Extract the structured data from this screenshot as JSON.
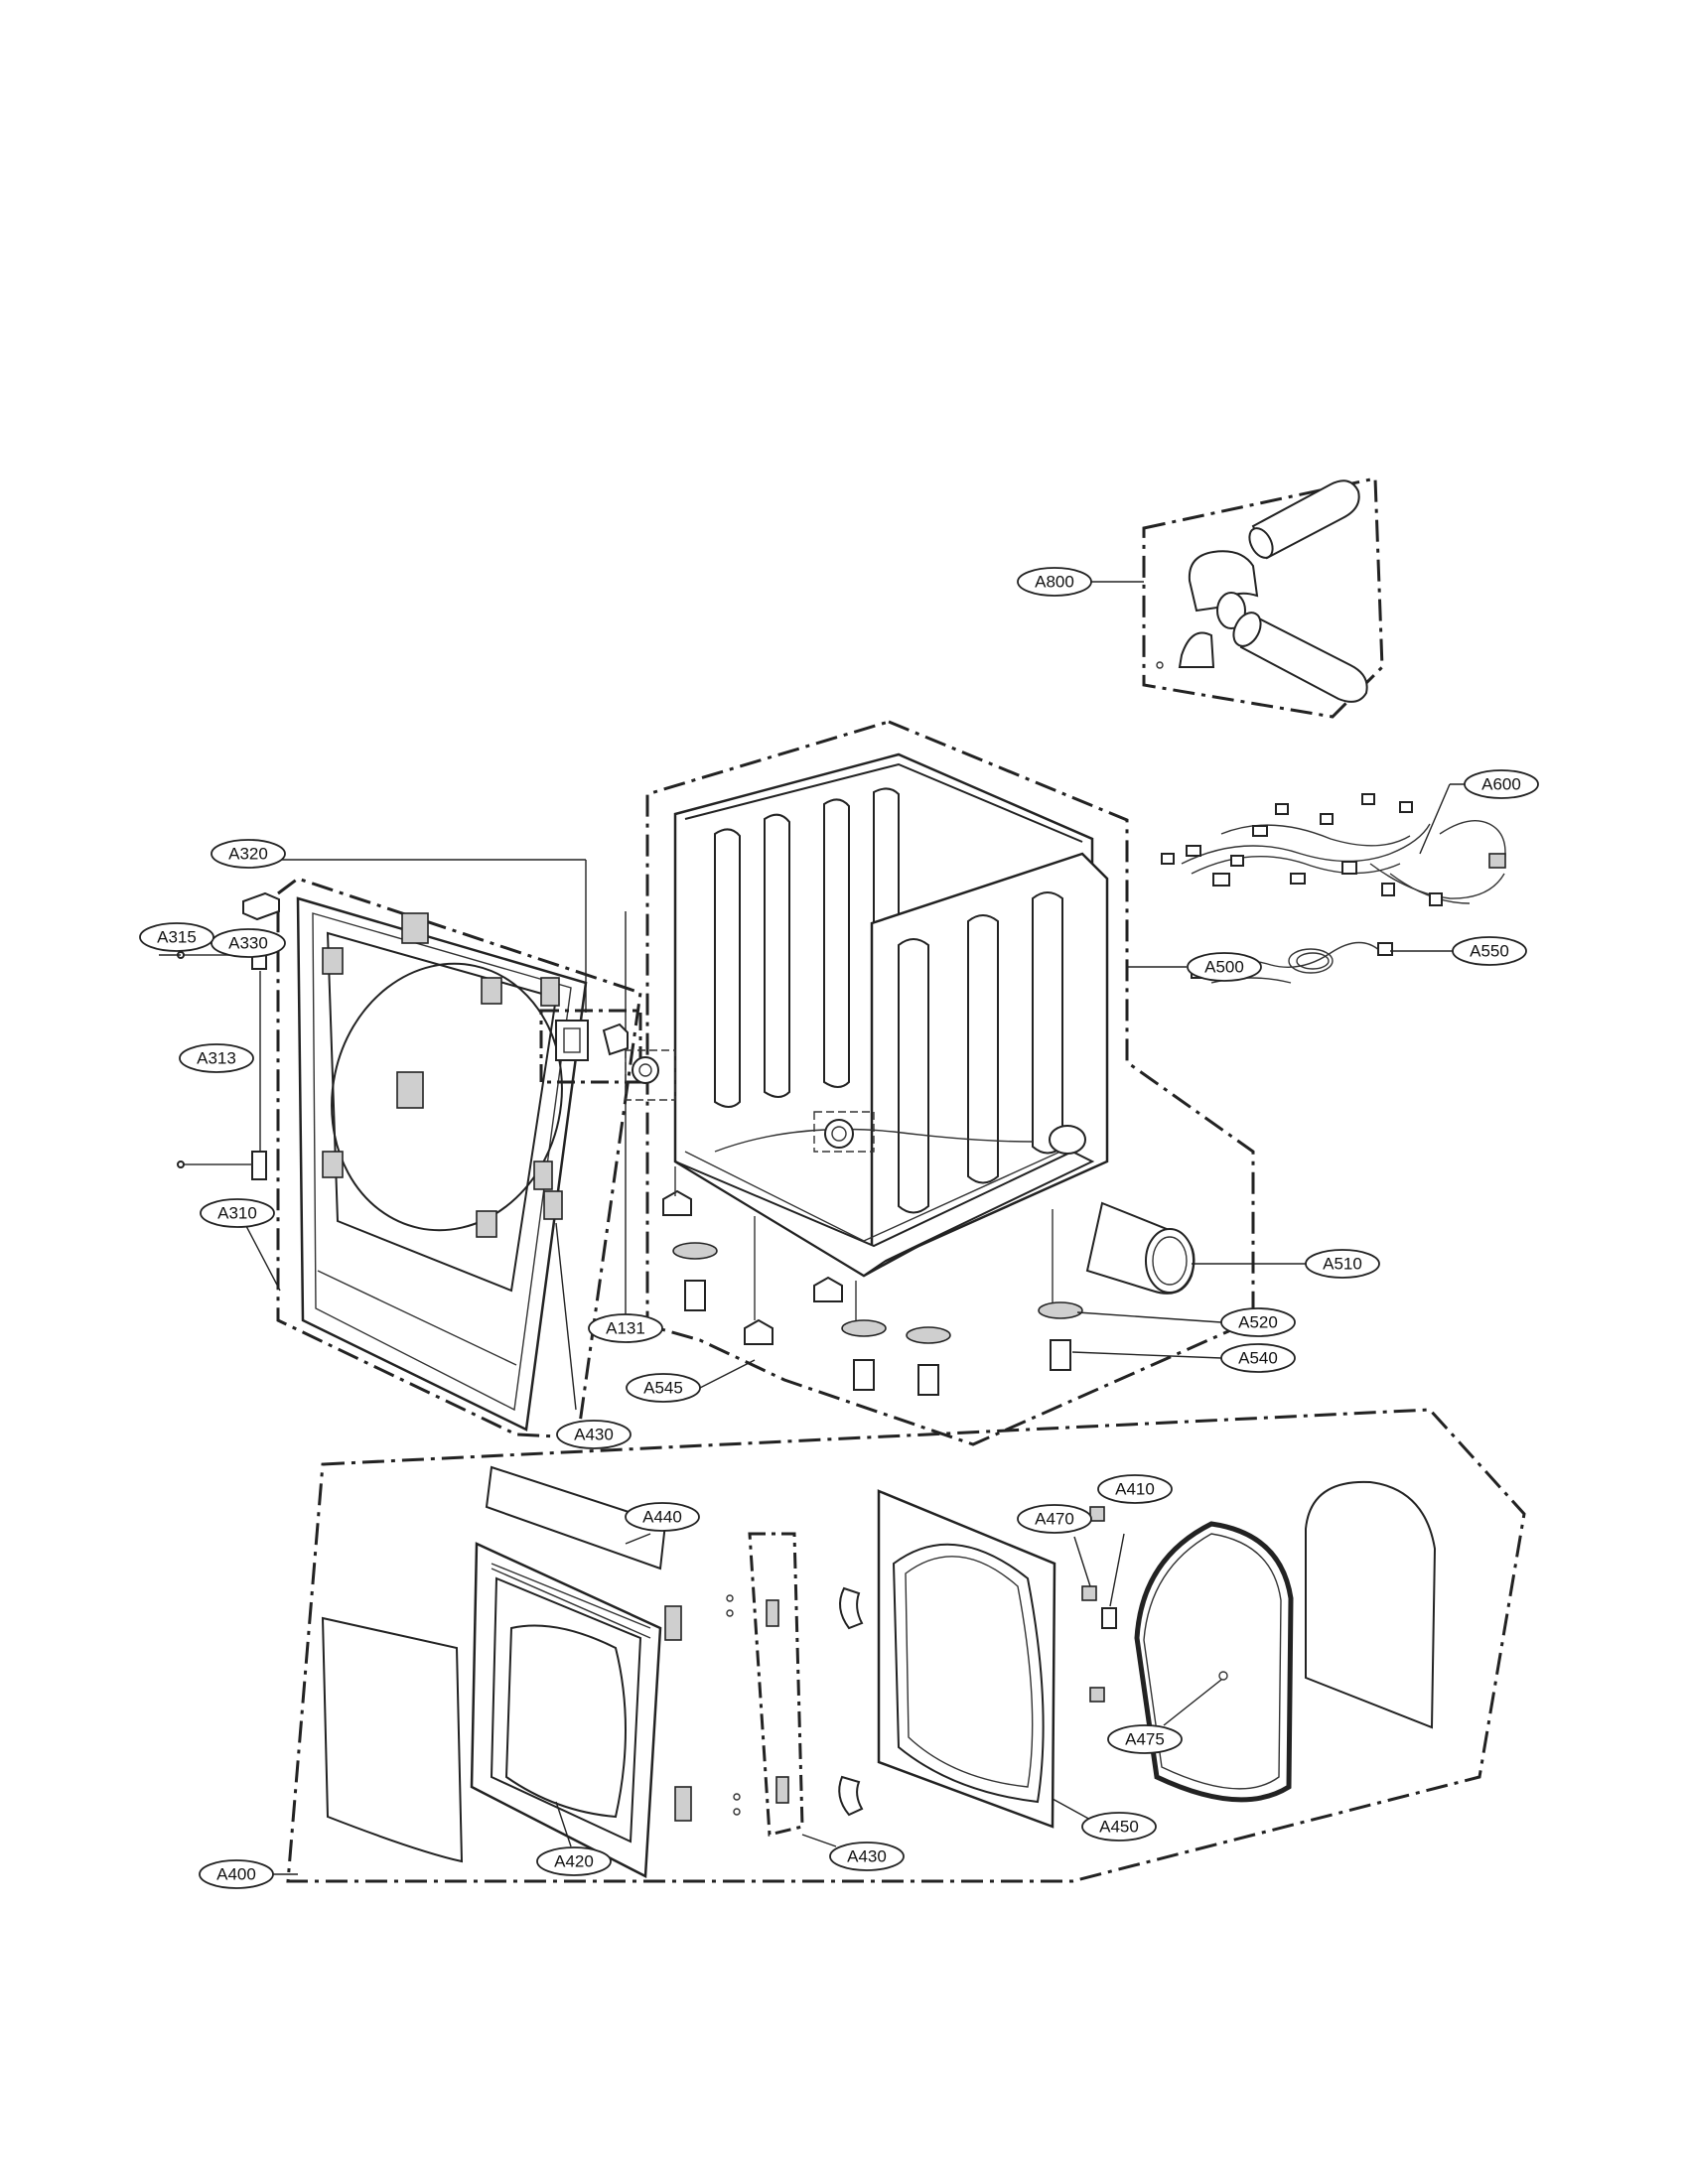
{
  "callouts": [
    {
      "id": "A800",
      "label": "A800"
    },
    {
      "id": "A600",
      "label": "A600"
    },
    {
      "id": "A550",
      "label": "A550"
    },
    {
      "id": "A500",
      "label": "A500"
    },
    {
      "id": "A510",
      "label": "A510"
    },
    {
      "id": "A520",
      "label": "A520"
    },
    {
      "id": "A540",
      "label": "A540"
    },
    {
      "id": "A545",
      "label": "A545"
    },
    {
      "id": "A131",
      "label": "A131"
    },
    {
      "id": "A430",
      "label": "A430"
    },
    {
      "id": "A320",
      "label": "A320"
    },
    {
      "id": "A330",
      "label": "A330"
    },
    {
      "id": "A315",
      "label": "A315"
    },
    {
      "id": "A313",
      "label": "A313"
    },
    {
      "id": "A310",
      "label": "A310"
    },
    {
      "id": "A440",
      "label": "A440"
    },
    {
      "id": "A470",
      "label": "A470"
    },
    {
      "id": "A410",
      "label": "A410"
    },
    {
      "id": "A475",
      "label": "A475"
    },
    {
      "id": "A450",
      "label": "A450"
    },
    {
      "id": "A420",
      "label": "A420"
    },
    {
      "id": "A400",
      "label": "A400"
    }
  ]
}
